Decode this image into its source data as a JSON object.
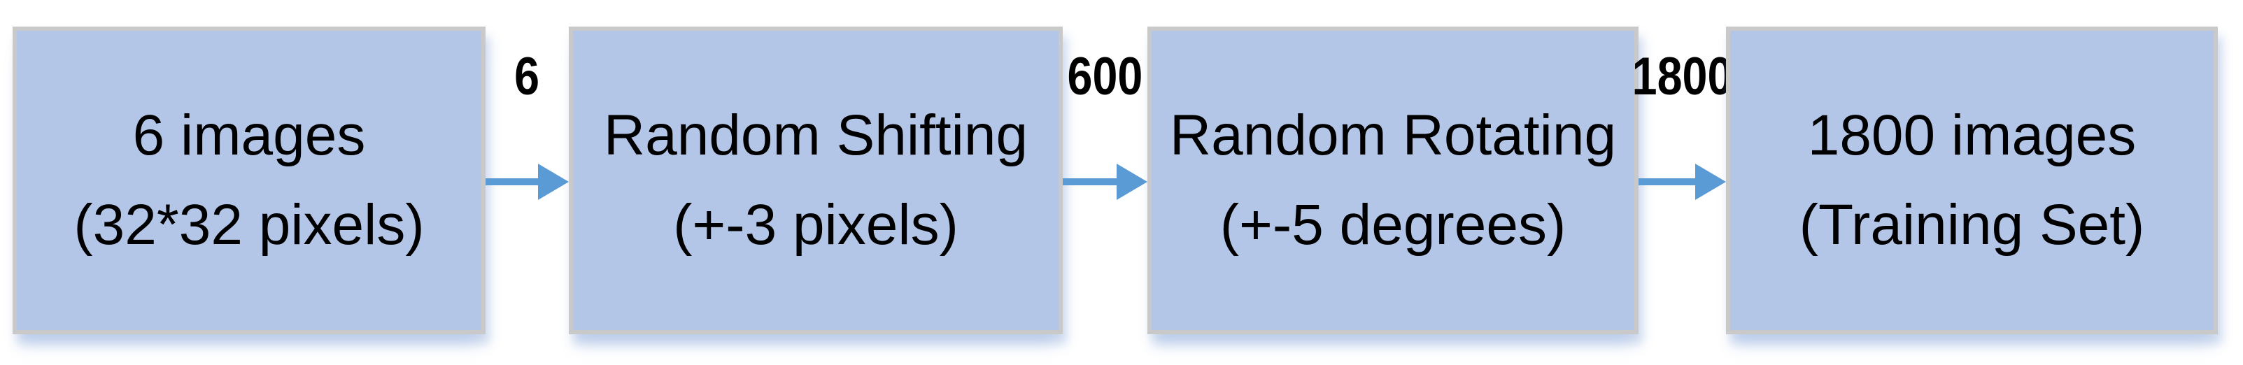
{
  "diagram": {
    "type": "flowchart",
    "direction": "left-to-right",
    "nodes": [
      {
        "line1": "6 images",
        "line2": "(32*32 pixels)"
      },
      {
        "line1": "Random Shifting",
        "line2": "(+-3 pixels)"
      },
      {
        "line1": "Random Rotating",
        "line2": "(+-5 degrees)"
      },
      {
        "line1": "1800 images",
        "line2": "(Training Set)"
      }
    ],
    "connectors": [
      {
        "from": "6 images",
        "to": "Random Shifting",
        "label": "6"
      },
      {
        "from": "Random Shifting",
        "to": "Random Rotating",
        "label": "600"
      },
      {
        "from": "Random Rotating",
        "to": "1800 images",
        "label": "1800"
      }
    ],
    "colors": {
      "node_fill": "#B4C6E7",
      "node_border": "#C9C9C9",
      "arrow": "#5B9BD5",
      "text": "#000000"
    }
  }
}
